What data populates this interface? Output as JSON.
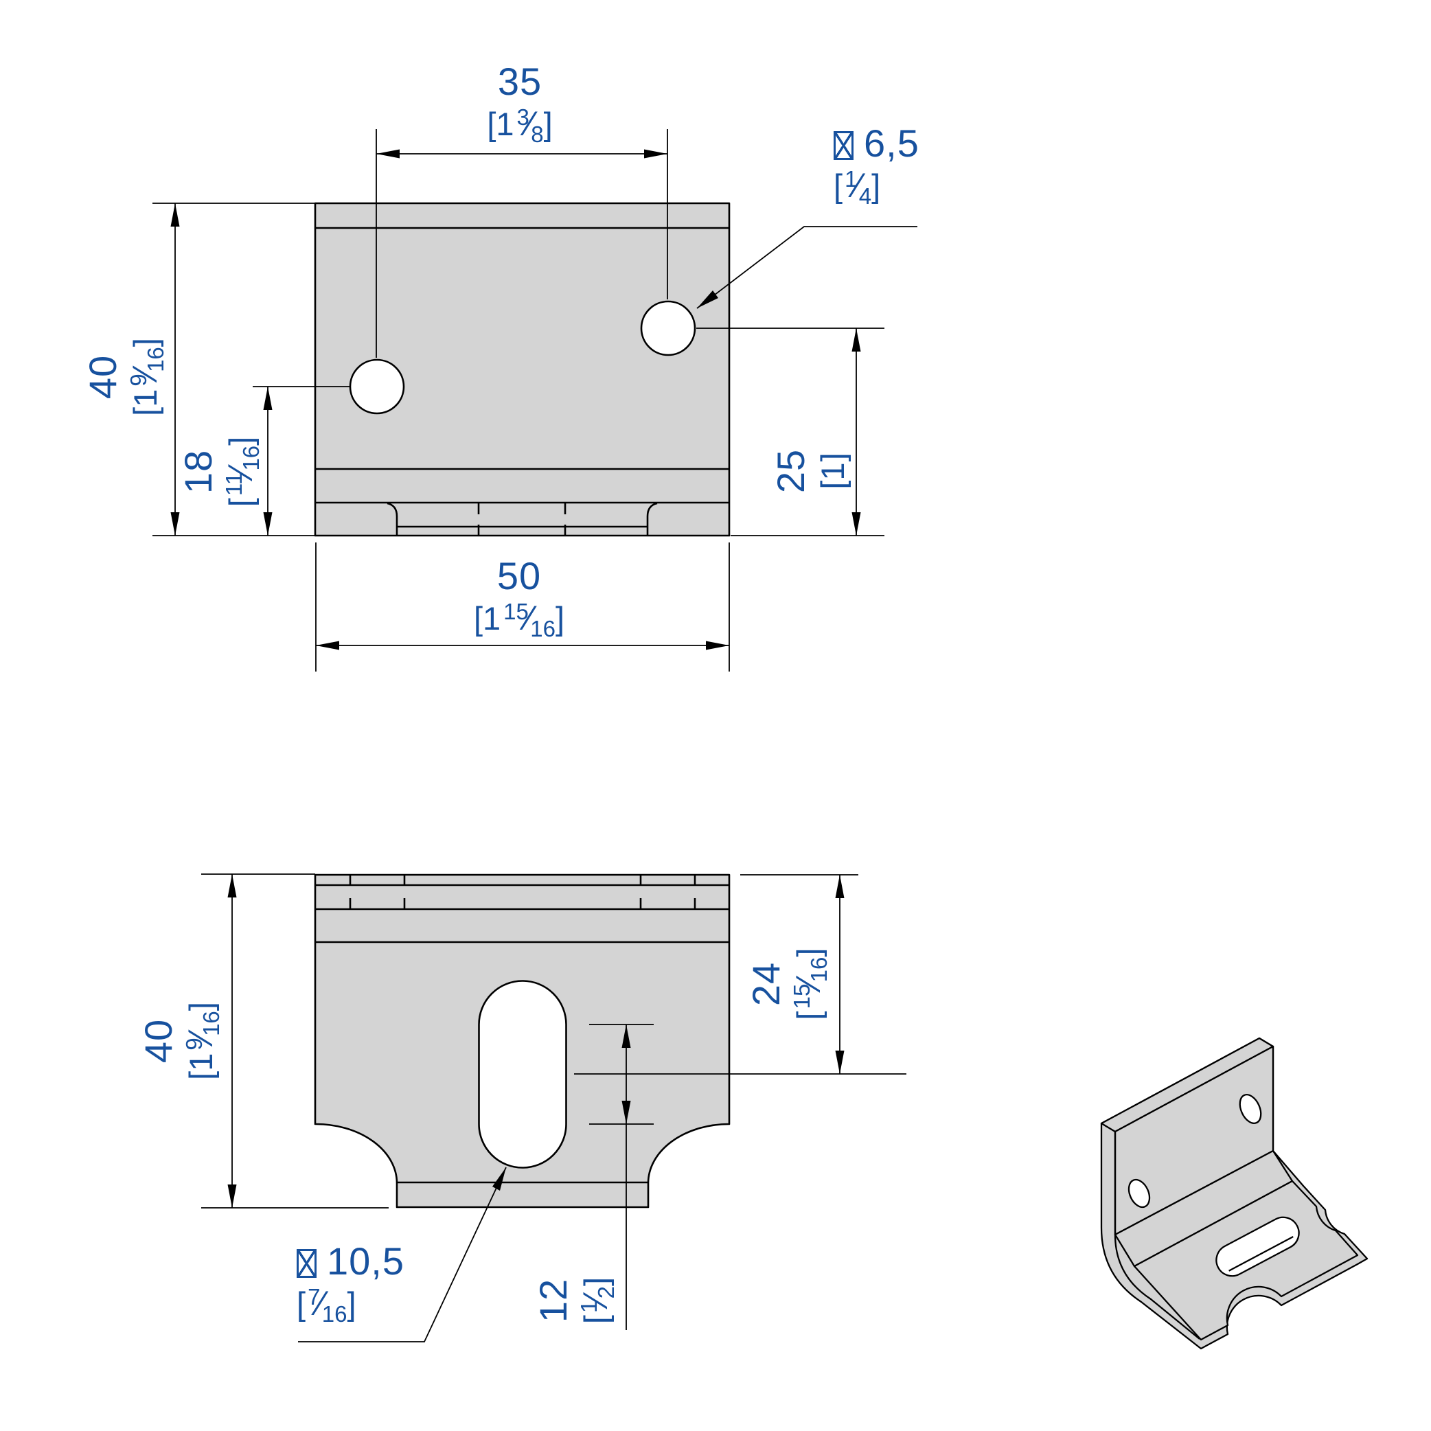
{
  "colors": {
    "dimension_text_blue": "#17519E",
    "part_fill_gray": "#D4D4D4",
    "line_black": "#000000"
  },
  "front_view": {
    "width_between_holes": {
      "metric": "35",
      "bracket_whole": "1",
      "frac_num": "3",
      "frac_den": "8"
    },
    "hole_diameter": {
      "metric": "6,5",
      "frac_num": "1",
      "frac_den": "4"
    },
    "height": {
      "metric": "40",
      "bracket_whole": "1",
      "frac_num": "9",
      "frac_den": "16"
    },
    "hole1_from_bottom": {
      "metric": "18",
      "frac_num": "11",
      "frac_den": "16"
    },
    "hole2_from_bottom": {
      "metric": "25",
      "bracket_whole": "1"
    },
    "width": {
      "metric": "50",
      "bracket_whole": "1",
      "frac_num": "15",
      "frac_den": "16"
    }
  },
  "plan_view": {
    "height": {
      "metric": "40",
      "bracket_whole": "1",
      "frac_num": "9",
      "frac_den": "16"
    },
    "top_to_slot_center": {
      "metric": "24",
      "frac_num": "15",
      "frac_den": "16"
    },
    "slot_straight_length": {
      "metric": "12",
      "frac_num": "1",
      "frac_den": "2"
    },
    "slot_diameter": {
      "metric": "10,5",
      "frac_num": "7",
      "frac_den": "16"
    }
  }
}
